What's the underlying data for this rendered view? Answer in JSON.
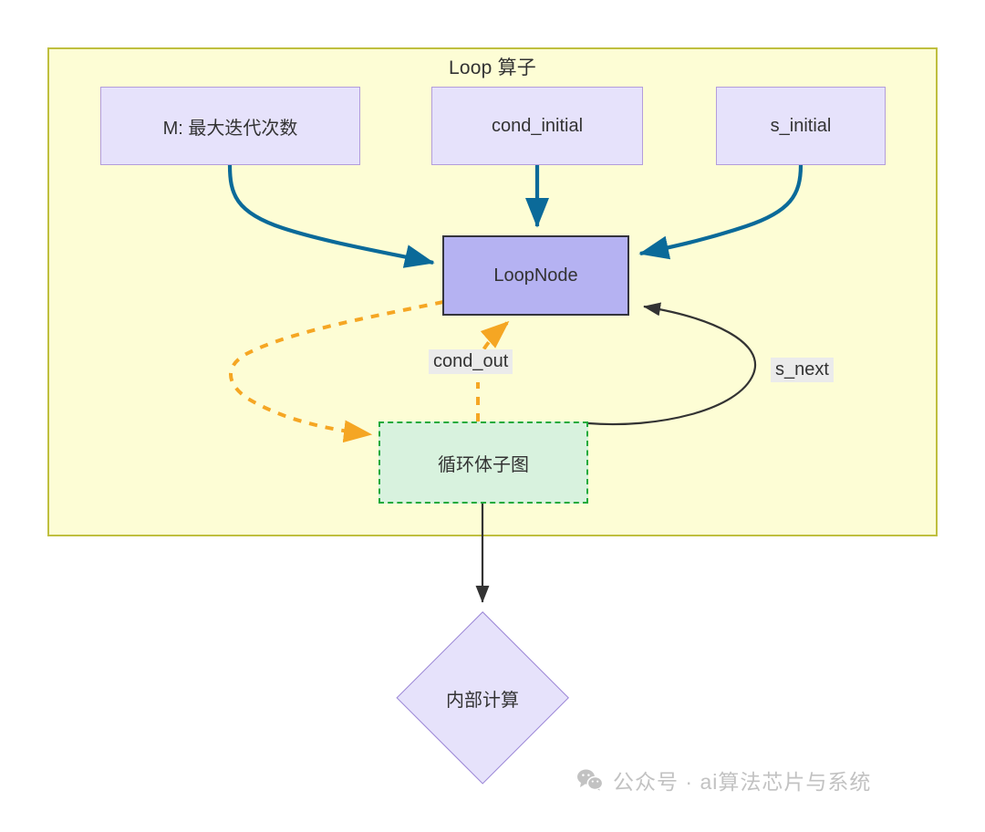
{
  "diagram": {
    "title": "Loop 算子",
    "subgraph_border_color": "#bfbf3f",
    "subgraph_fill_color": "#fdfdd5",
    "nodes": {
      "max_iter": {
        "label": "M: 最大迭代次数",
        "fill": "#e6e2fb",
        "border": "#b39ddb",
        "shape": "rect"
      },
      "cond_initial": {
        "label": "cond_initial",
        "fill": "#e6e2fb",
        "border": "#b39ddb",
        "shape": "rect"
      },
      "s_initial": {
        "label": "s_initial",
        "fill": "#e6e2fb",
        "border": "#b39ddb",
        "shape": "rect"
      },
      "loop_node": {
        "label": "LoopNode",
        "fill": "#b5b2f2",
        "border": "#34343c",
        "shape": "rect"
      },
      "body_subgraph": {
        "label": "循环体子图",
        "fill": "#d8f2de",
        "border": "#1faa3c",
        "shape": "rect-dashed"
      },
      "inner_compute": {
        "label": "内部计算",
        "fill": "#e6e2fb",
        "border": "#9b86d6",
        "shape": "diamond"
      }
    },
    "edge_labels": {
      "cond_out": "cond_out",
      "s_next": "s_next"
    },
    "edge_colors": {
      "input": "#0b6a99",
      "loop_back": "#f5a623",
      "state": "#333333"
    }
  },
  "watermark": {
    "icon": "wechat-icon",
    "text": "公众号 · ai算法芯片与系统",
    "color": "#c2c2c2"
  }
}
